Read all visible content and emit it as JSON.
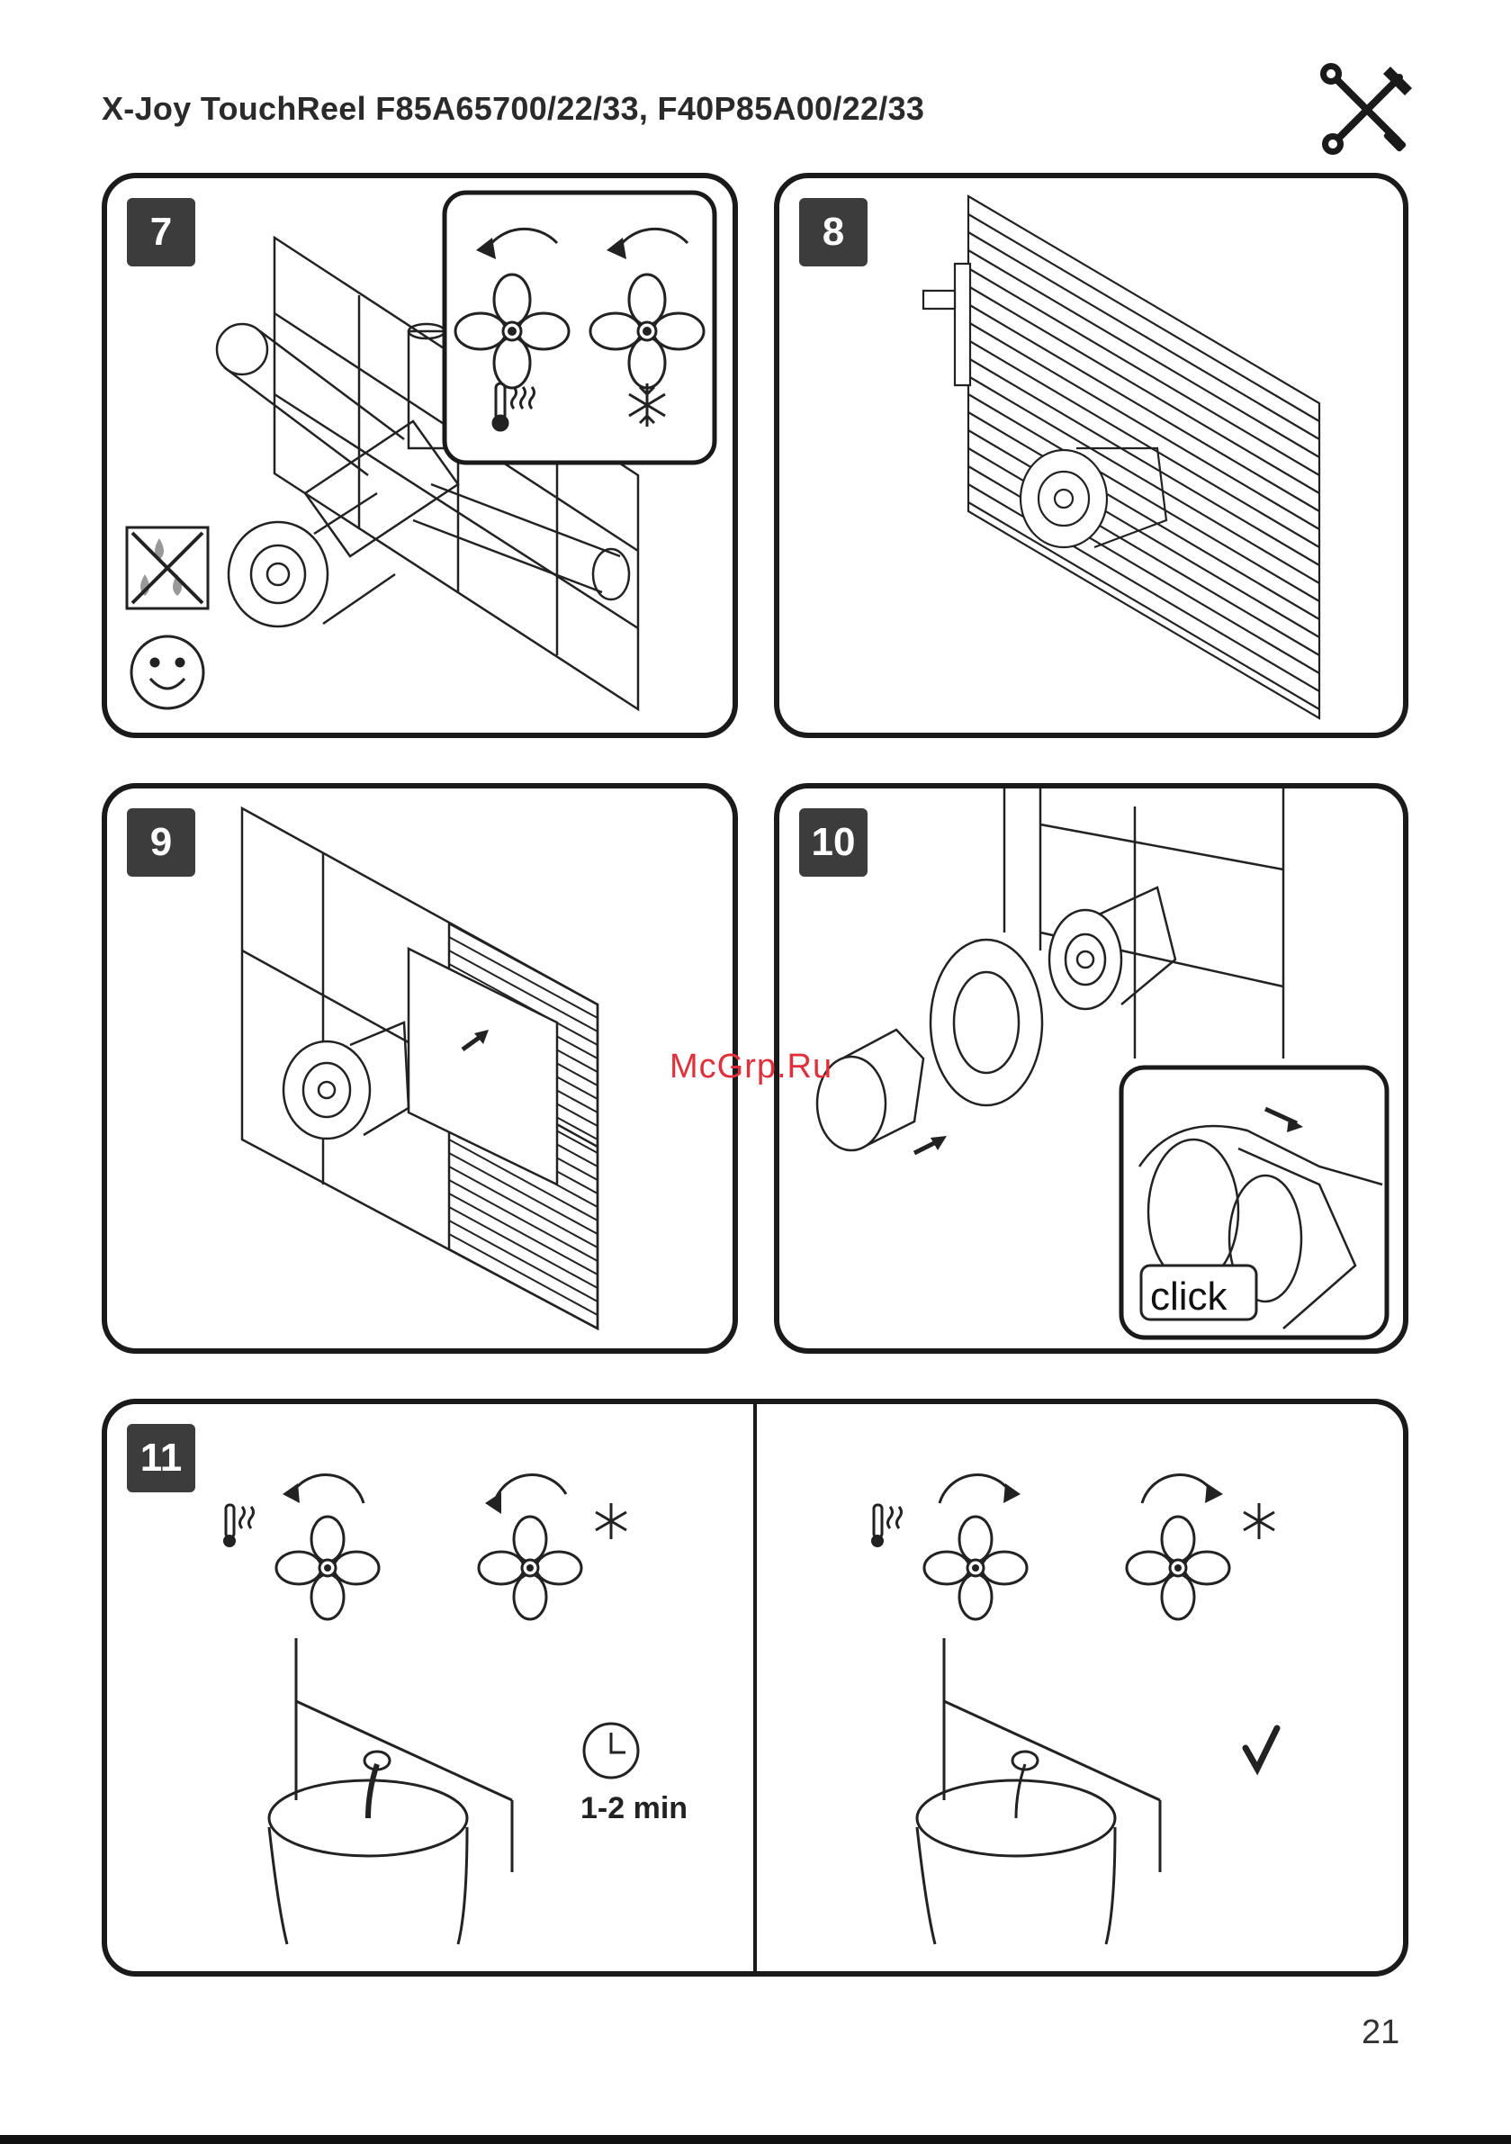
{
  "header": {
    "title": "X-Joy TouchReel F85A65700/22/33, F40P85A00/22/33"
  },
  "icons": {
    "header_icon": "tools-icon"
  },
  "steps": [
    {
      "number": "7"
    },
    {
      "number": "8"
    },
    {
      "number": "9"
    },
    {
      "number": "10",
      "callout_text": "click"
    },
    {
      "number": "11",
      "wait_text": "1-2 min"
    }
  ],
  "watermark": "McGrp.Ru",
  "footer": {
    "page_number": "21"
  }
}
